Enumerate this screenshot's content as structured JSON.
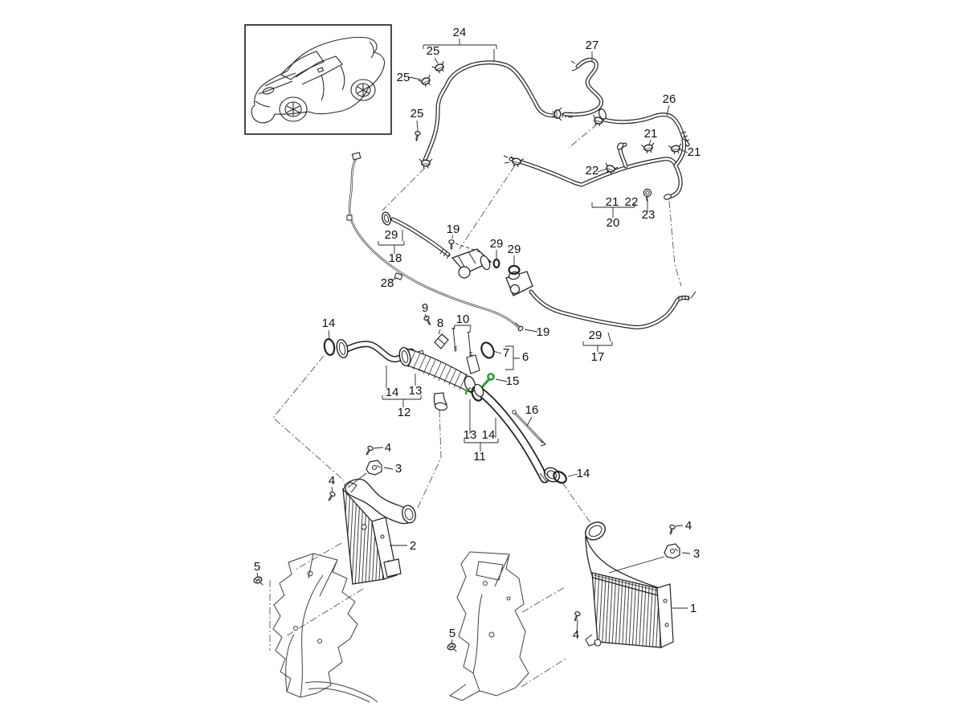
{
  "diagram": {
    "type": "exploded-parts-diagram",
    "subject": "charge air cooler and pressure hoses with vehicle overview inset",
    "line_color": "#232323",
    "highlight_color": "#2f9e33",
    "background": "#ffffff"
  },
  "numbers": {
    "n1": "1",
    "n2": "2",
    "n3": "3",
    "n4": "4",
    "n5": "5",
    "n6": "6",
    "n7": "7",
    "n8": "8",
    "n9": "9",
    "n10": "10",
    "n11": "11",
    "n12": "12",
    "n13": "13",
    "n14": "14",
    "n15": "15",
    "n16": "16",
    "n17": "17",
    "n18": "18",
    "n19": "19",
    "n20": "20",
    "n21": "21",
    "n22": "22",
    "n23": "23",
    "n24": "24",
    "n25": "25",
    "n26": "26",
    "n27": "27",
    "n28": "28",
    "n29": "29"
  }
}
